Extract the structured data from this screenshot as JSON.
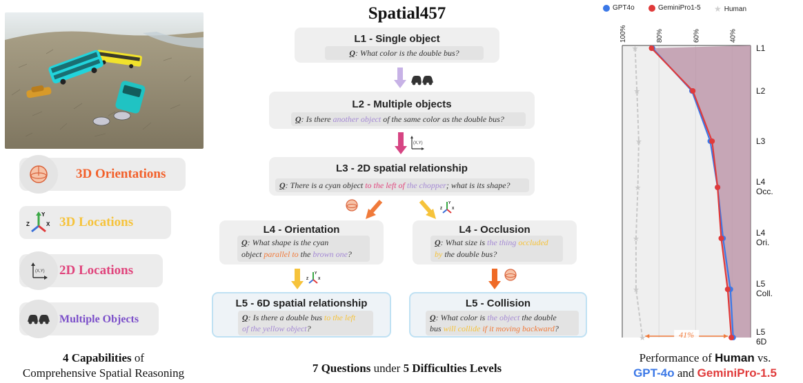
{
  "left": {
    "capabilities": [
      {
        "label": "3D Orientations",
        "color": "#f2602a",
        "icon": "orientation-sphere-icon"
      },
      {
        "label": "3D Locations",
        "color": "#f6c33b",
        "icon": "xyz-axes-icon"
      },
      {
        "label": "2D Locations",
        "color": "#e0447c",
        "icon": "xy-axes-icon"
      },
      {
        "label": "Multiple Objects",
        "color": "#7b4fc9",
        "icon": "two-cars-icon"
      }
    ],
    "caption_bold": "4 Capabilities",
    "caption_rest": " of",
    "caption_line2": "Comprehensive Spatial Reasoning"
  },
  "middle": {
    "title": "Spatial457",
    "levels": {
      "l1": {
        "title": "L1 - Single object",
        "q_label": "Q",
        "q_text": ": What color is the double bus?"
      },
      "l2": {
        "title": "L2 - Multiple objects",
        "q_label": "Q",
        "q_a": ": Is there ",
        "q_b": "another object",
        "q_c": " of the same color as the double bus?"
      },
      "l3": {
        "title": "L3 - 2D spatial relationship",
        "q_label": "Q",
        "q_a": ": There is a cyan object ",
        "q_b": "to the left  of",
        "q_c": " ",
        "q_d": "the chopper",
        "q_e": "; what is its shape?"
      },
      "l4o": {
        "title": "L4 - Orientation",
        "q_label": "Q",
        "q_a": ": What shape is the cyan",
        "q_b": "object ",
        "q_c": "parallel to",
        "q_d": " the ",
        "q_e": "brown one",
        "q_f": "?"
      },
      "l4c": {
        "title": "L4 - Occlusion",
        "q_label": "Q",
        "q_a": ":  What size is ",
        "q_b": "the thing",
        "q_c": " occluded",
        "q_d": "by",
        "q_e": " the double bus?"
      },
      "l5s": {
        "title": "L5 - 6D spatial relationship",
        "q_label": "Q",
        "q_a": ":  Is there a double bus ",
        "q_b": "to the left",
        "q_c": "of the yellow object",
        "q_d": "?"
      },
      "l5c": {
        "title": "L5 - Collision",
        "q_label": "Q",
        "q_a": ": What color is ",
        "q_b": "the object",
        "q_c": " the double",
        "q_d": "bus ",
        "q_e": "will collide",
        "q_f": " ",
        "q_g": "if it moving backward",
        "q_h": "?"
      }
    },
    "axis_label_xy": "(X,Y)",
    "caption_a": "7 Questions",
    "caption_b": " under ",
    "caption_c": "5 Difficulties Levels"
  },
  "right": {
    "legend": [
      {
        "name": "GPT4o",
        "color": "#3b78e7",
        "marker": "circle"
      },
      {
        "name": "GeminiPro1-5",
        "color": "#e03a3a",
        "marker": "circle"
      },
      {
        "name": "Human",
        "color": "#cfcfcf",
        "marker": "star"
      }
    ],
    "caption_line1a": "Performance of ",
    "caption_line1b": "Human",
    "caption_line1c": " vs.",
    "caption_line2a": "GPT-4o",
    "caption_line2b": " and ",
    "caption_line2c": "GeminiPro-1.5",
    "gap_label": "41%"
  },
  "chart_data": {
    "type": "line",
    "orientation": "horizontal",
    "xlabel": "",
    "ylabel": "",
    "x_ticks": [
      "100%",
      "80%",
      "60%",
      "40%"
    ],
    "xlim": [
      100,
      30
    ],
    "categories": [
      "L1",
      "L2",
      "L3",
      "L4 Occ.",
      "L4 Ori.",
      "L5 Coll.",
      "L5 6D"
    ],
    "series": [
      {
        "name": "GPT4o",
        "color": "#3b78e7",
        "values": [
          83.5,
          62,
          52,
          48,
          45,
          41,
          39.5
        ]
      },
      {
        "name": "GeminiPro1-5",
        "color": "#e03a3a",
        "values": [
          84,
          61.5,
          51,
          48,
          46,
          42.5,
          40.5
        ]
      },
      {
        "name": "Human",
        "color": "#cfcfcf",
        "values": [
          93,
          92,
          91,
          91.5,
          92.5,
          92.5,
          89
        ]
      }
    ],
    "annotation": "41%",
    "grid": true
  }
}
